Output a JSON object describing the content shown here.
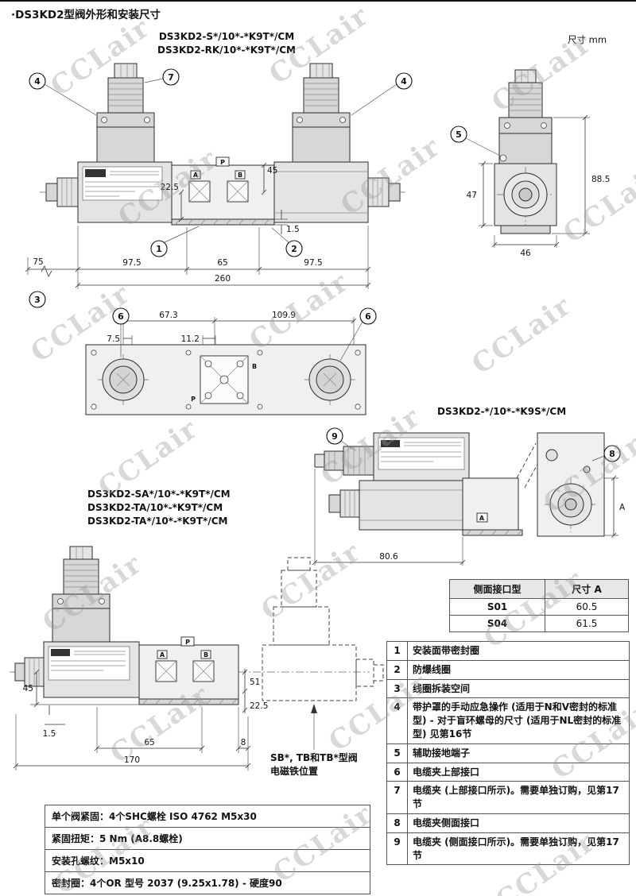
{
  "page": {
    "title": "·DS3KD2型阀外形和安装尺寸",
    "units": "尺寸  mm"
  },
  "watermark": "CCLair",
  "front_view": {
    "model1": "DS3KD2-S*/10*-*K9T*/CM",
    "model2": "DS3KD2-RK/10*-*K9T*/CM",
    "co_tl": "4",
    "co_gland": "7",
    "co_tr": "4",
    "co_mount": "1",
    "co_coil": "2",
    "co_space": "3",
    "port_p": "P",
    "port_a": "A",
    "port_b": "B",
    "dim_225": "22.5",
    "dim_45": "45",
    "dim_15": "1.5",
    "dim_75": "75",
    "dim_975l": "97.5",
    "dim_65": "65",
    "dim_975r": "97.5",
    "dim_260": "260"
  },
  "side_view": {
    "co_ground": "5",
    "dim_885": "88.5",
    "dim_47": "47",
    "dim_46": "46"
  },
  "top_view": {
    "co_l": "6",
    "co_r": "6",
    "port_b": "B",
    "port_p": "P",
    "dim_673": "67.3",
    "dim_1099": "109.9",
    "dim_75": "7.5",
    "dim_112": "11.2"
  },
  "side_port_view": {
    "model": "DS3KD2-*/10*-*K9S*/CM",
    "co_cable": "9",
    "co_side": "8",
    "port_a": "A",
    "dim_806": "80.6",
    "dim_a": "A"
  },
  "bottom_view": {
    "model1": "DS3KD2-SA*/10*-*K9T*/CM",
    "model2": "DS3KD2-TA/10*-*K9T*/CM",
    "model3": "DS3KD2-TA*/10*-*K9T*/CM",
    "port_p": "P",
    "port_a": "A",
    "port_b": "B",
    "dim_45": "45",
    "dim_15": "1.5",
    "dim_51": "51",
    "dim_225": "22.5",
    "dim_65": "65",
    "dim_8": "8",
    "dim_170": "170",
    "note1": "SB*, TB和TB*型阀",
    "note2": "电磁铁位置"
  },
  "port_table": {
    "col1": "侧面接口型",
    "col2": "尺寸 A",
    "rows": [
      {
        "type": "S01",
        "dim": "60.5"
      },
      {
        "type": "S04",
        "dim": "61.5"
      }
    ]
  },
  "legend": [
    {
      "num": "1",
      "text": "安装面带密封圈"
    },
    {
      "num": "2",
      "text": "防爆线圈"
    },
    {
      "num": "3",
      "text": "线圈拆装空间"
    },
    {
      "num": "4",
      "text": "带护罩的手动应急操作 (适用于N和V密封的标准型) - 对于盲环螺母的尺寸 (适用于NL密封的标准型) 见第16节"
    },
    {
      "num": "5",
      "text": "辅助接地端子"
    },
    {
      "num": "6",
      "text": "电缆夹上部接口"
    },
    {
      "num": "7",
      "text": "电缆夹 (上部接口所示)。需要单独订购，见第17节"
    },
    {
      "num": "8",
      "text": "电缆夹侧面接口"
    },
    {
      "num": "9",
      "text": "电缆夹 (侧面接口所示)。需要单独订购，见第17节"
    }
  ],
  "specs": [
    "单个阀紧固：4个SHC螺栓 ISO 4762 M5x30",
    "紧固扭矩：5 Nm (A8.8螺栓)",
    "安装孔螺纹：M5x10",
    "密封圈：4个OR 型号 2037 (9.25x1.78) - 硬度90"
  ]
}
